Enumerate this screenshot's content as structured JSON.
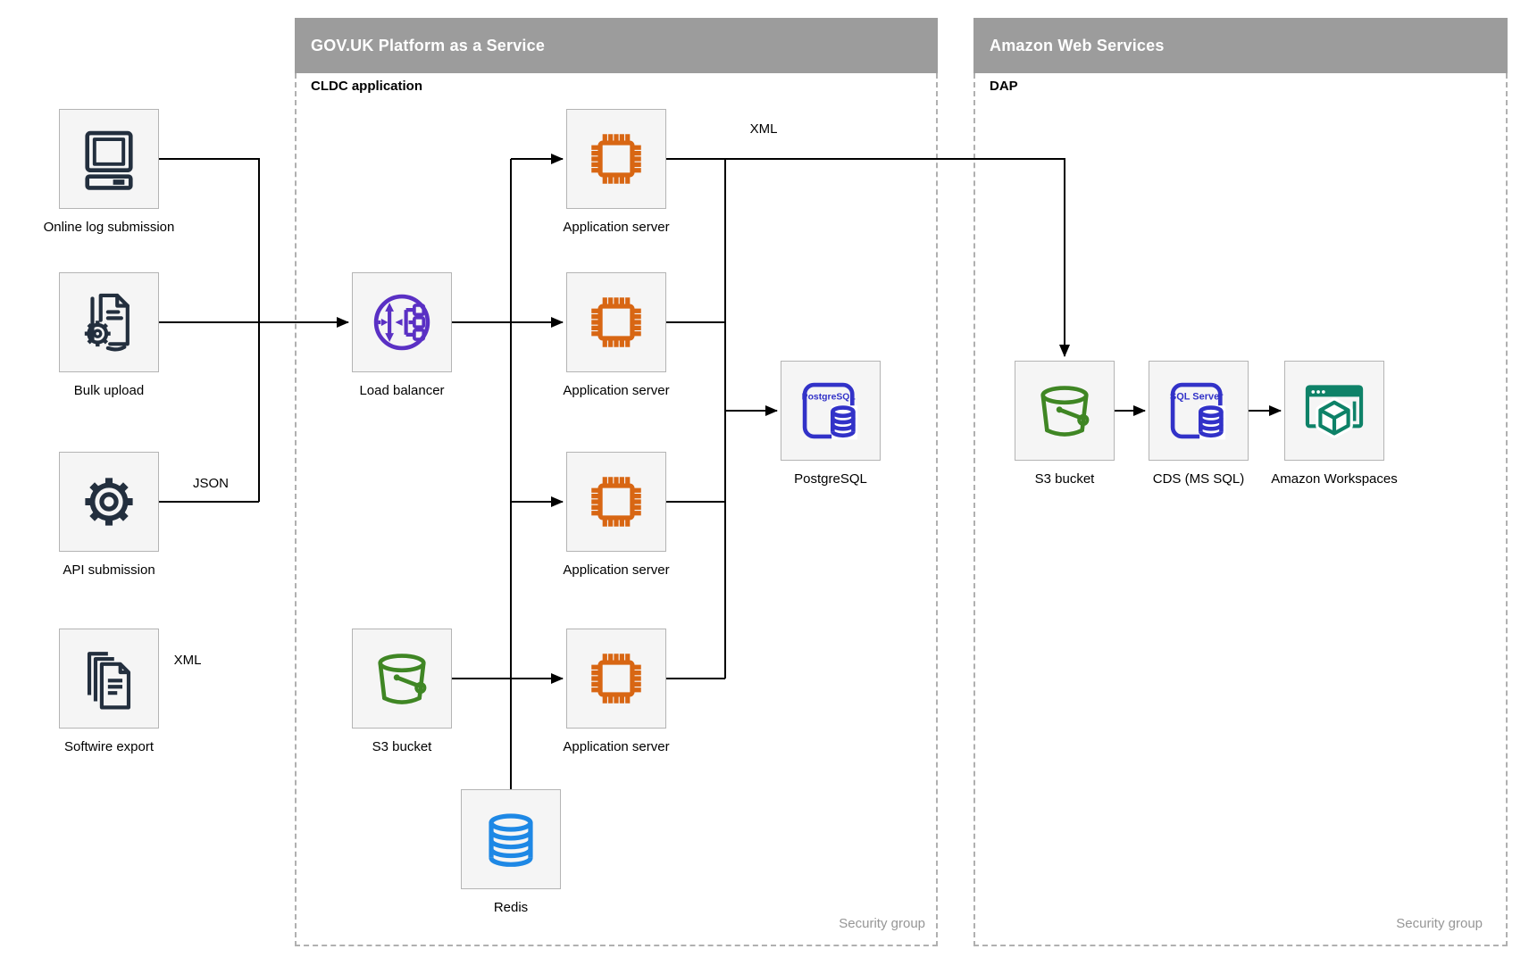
{
  "containers": {
    "paas": {
      "title": "GOV.UK Platform as a Service",
      "sublabel": "CLDC application",
      "footer": "Security group"
    },
    "aws": {
      "title": "Amazon Web Services",
      "sublabel": "DAP",
      "footer": "Security group"
    }
  },
  "nodes": {
    "online_log": {
      "label": "Online log submission",
      "icon": "computer-icon"
    },
    "bulk_upload": {
      "label": "Bulk upload",
      "icon": "document-gear-icon"
    },
    "api_submission": {
      "label": "API submission",
      "icon": "gear-icon"
    },
    "softwire_export": {
      "label": "Softwire export",
      "icon": "documents-stack-icon"
    },
    "load_balancer": {
      "label": "Load balancer",
      "icon": "load-balancer-icon"
    },
    "s3_mid": {
      "label": "S3 bucket",
      "icon": "bucket-icon"
    },
    "app1": {
      "label": "Application server",
      "icon": "chip-icon"
    },
    "app2": {
      "label": "Application server",
      "icon": "chip-icon"
    },
    "app3": {
      "label": "Application server",
      "icon": "chip-icon"
    },
    "app4": {
      "label": "Application server",
      "icon": "chip-icon"
    },
    "redis": {
      "label": "Redis",
      "icon": "database-icon"
    },
    "postgresql": {
      "label": "PostgreSQL",
      "icon": "postgresql-icon",
      "icon_text": "PostgreSQL"
    },
    "s3_aws": {
      "label": "S3 bucket",
      "icon": "bucket-icon"
    },
    "cds": {
      "label": "CDS (MS SQL)",
      "icon": "sql-server-icon",
      "icon_text": "SQL Server"
    },
    "workspaces": {
      "label": "Amazon Workspaces",
      "icon": "workspaces-icon"
    }
  },
  "edge_labels": {
    "json": "JSON",
    "xml_softwire": "XML",
    "xml_app": "XML"
  },
  "colors": {
    "header_bg": "#9c9c9c",
    "node_fill": "#f5f5f5",
    "node_border": "#b4b4b4",
    "source_icon": "#232f3e",
    "app_server_icon": "#d86613",
    "load_balancer_icon": "#5a30c4",
    "s3_icon": "#3f8624",
    "sql_icon": "#3232c8",
    "redis_icon": "#1e88e5",
    "workspaces_icon": "#0e8268",
    "connector": "#000000",
    "security_text": "#969696"
  }
}
